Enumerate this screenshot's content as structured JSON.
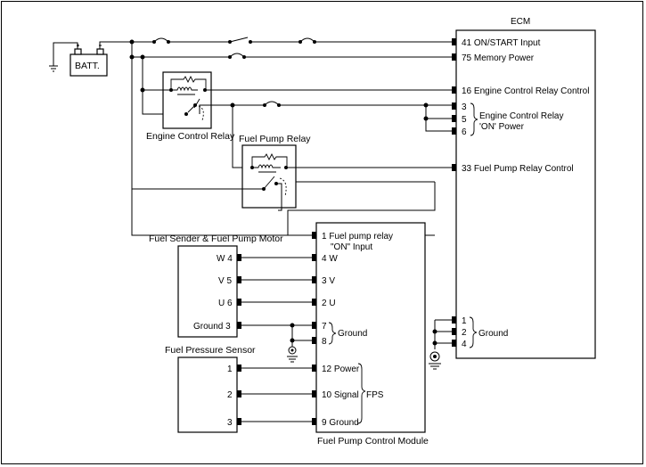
{
  "ecm": {
    "title": "ECM",
    "pins": {
      "p41": "41 ON/START Input",
      "p75": "75 Memory Power",
      "p16": "16 Engine Control Relay Control",
      "p3": "3",
      "p5": "5",
      "p6": "6",
      "relay_power_l1": "Engine Control Relay",
      "relay_power_l2": "'ON' Power",
      "p33": "33 Fuel Pump Relay Control",
      "g1": "1",
      "g2": "2",
      "g4": "4",
      "ground": "Ground"
    }
  },
  "battery": {
    "label": "BATT."
  },
  "engine_control_relay": {
    "label": "Engine Control Relay"
  },
  "fuel_pump_relay": {
    "label": "Fuel Pump Relay"
  },
  "fuel_sender": {
    "title": "Fuel Sender & Fuel Pump Motor",
    "pins": [
      "W 4",
      "V 5",
      "U 6",
      "Ground 3"
    ]
  },
  "fuel_pressure_sensor": {
    "title": "Fuel Pressure Sensor",
    "pins": [
      "1",
      "2",
      "3"
    ]
  },
  "fpcm": {
    "title": "Fuel Pump Control Module",
    "p1_l1": "1 Fuel pump relay",
    "p1_l2": "\"ON\" Input",
    "p4": "4 W",
    "p3": "3 V",
    "p2": "2 U",
    "p7": "7",
    "p8": "8",
    "ground": "Ground",
    "p12": "12 Power",
    "p10": "10 Signal",
    "p9": "9 Ground",
    "fps": "FPS"
  }
}
